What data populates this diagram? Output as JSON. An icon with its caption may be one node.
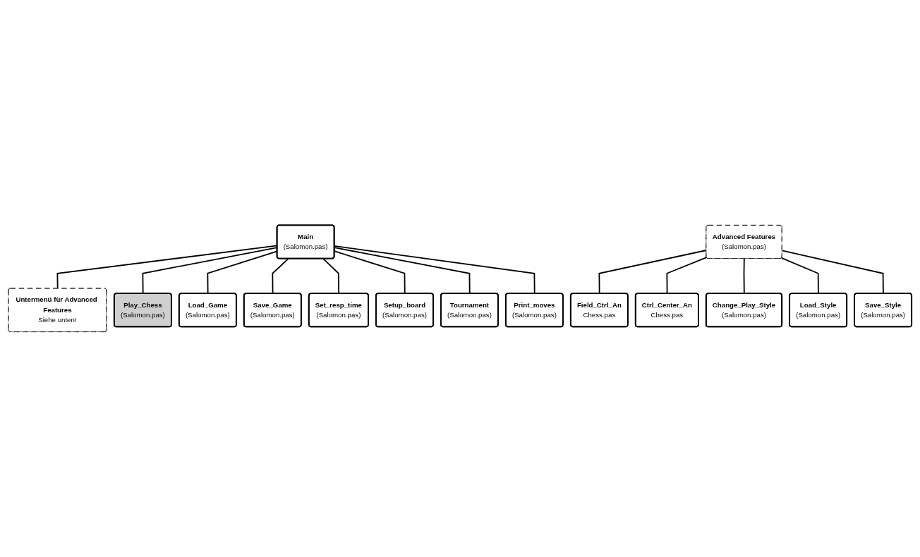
{
  "diagram": {
    "nodes": [
      {
        "text": [
          "Main",
          "(Salomon.pas)"
        ]
      },
      {
        "text": [
          "Untermenü für Advanced Features",
          "Siehe unten!"
        ]
      },
      {
        "text": [
          "Play_Chess",
          "(Salomon.pas)"
        ]
      },
      {
        "text": [
          "Load_Game",
          "(Salomon.pas)"
        ]
      },
      {
        "text": [
          "Save_Game",
          "(Salomon.pas)"
        ]
      },
      {
        "text": [
          "Set_resp_time",
          "(Salomon.pas)"
        ]
      },
      {
        "text": [
          "Setup_board",
          "(Salomon.pas)"
        ]
      },
      {
        "text": [
          "Tournament",
          "(Salomon.pas)"
        ]
      },
      {
        "text": [
          "Print_moves",
          "(Salomon.pas)"
        ]
      },
      {
        "text": [
          "Advanced Features",
          "(Salomon.pas)"
        ]
      },
      {
        "text": [
          "Field_Ctrl_An",
          "Chess.pas"
        ]
      },
      {
        "text": [
          "Ctrl_Center_An",
          "Chess.pas"
        ]
      },
      {
        "text": [
          "Change_Play_Style",
          "(Salomon.pas)"
        ]
      },
      {
        "text": [
          "Load_Style",
          "(Salomon.pas)"
        ]
      },
      {
        "text": [
          "Save_Style",
          "(Salomon.pas)"
        ]
      }
    ],
    "edges": [
      {
        "from": 0,
        "to": 1,
        "arrow": "none"
      },
      {
        "from": 0,
        "to": 2,
        "arrow": "none"
      },
      {
        "from": 0,
        "to": 3,
        "arrow": "none"
      },
      {
        "from": 0,
        "to": 4,
        "arrow": "none"
      },
      {
        "from": 0,
        "to": 5,
        "arrow": "none"
      },
      {
        "from": 0,
        "to": 6,
        "arrow": "none"
      },
      {
        "from": 0,
        "to": 7,
        "arrow": "none"
      },
      {
        "from": 0,
        "to": 8,
        "arrow": "none"
      },
      {
        "from": 9,
        "to": 10,
        "arrow": "none"
      },
      {
        "from": 9,
        "to": 11,
        "arrow": "none"
      },
      {
        "from": 9,
        "to": 12,
        "arrow": "none"
      },
      {
        "from": 9,
        "to": 13,
        "arrow": "none"
      },
      {
        "from": 9,
        "to": 14,
        "arrow": "none"
      }
    ]
  }
}
